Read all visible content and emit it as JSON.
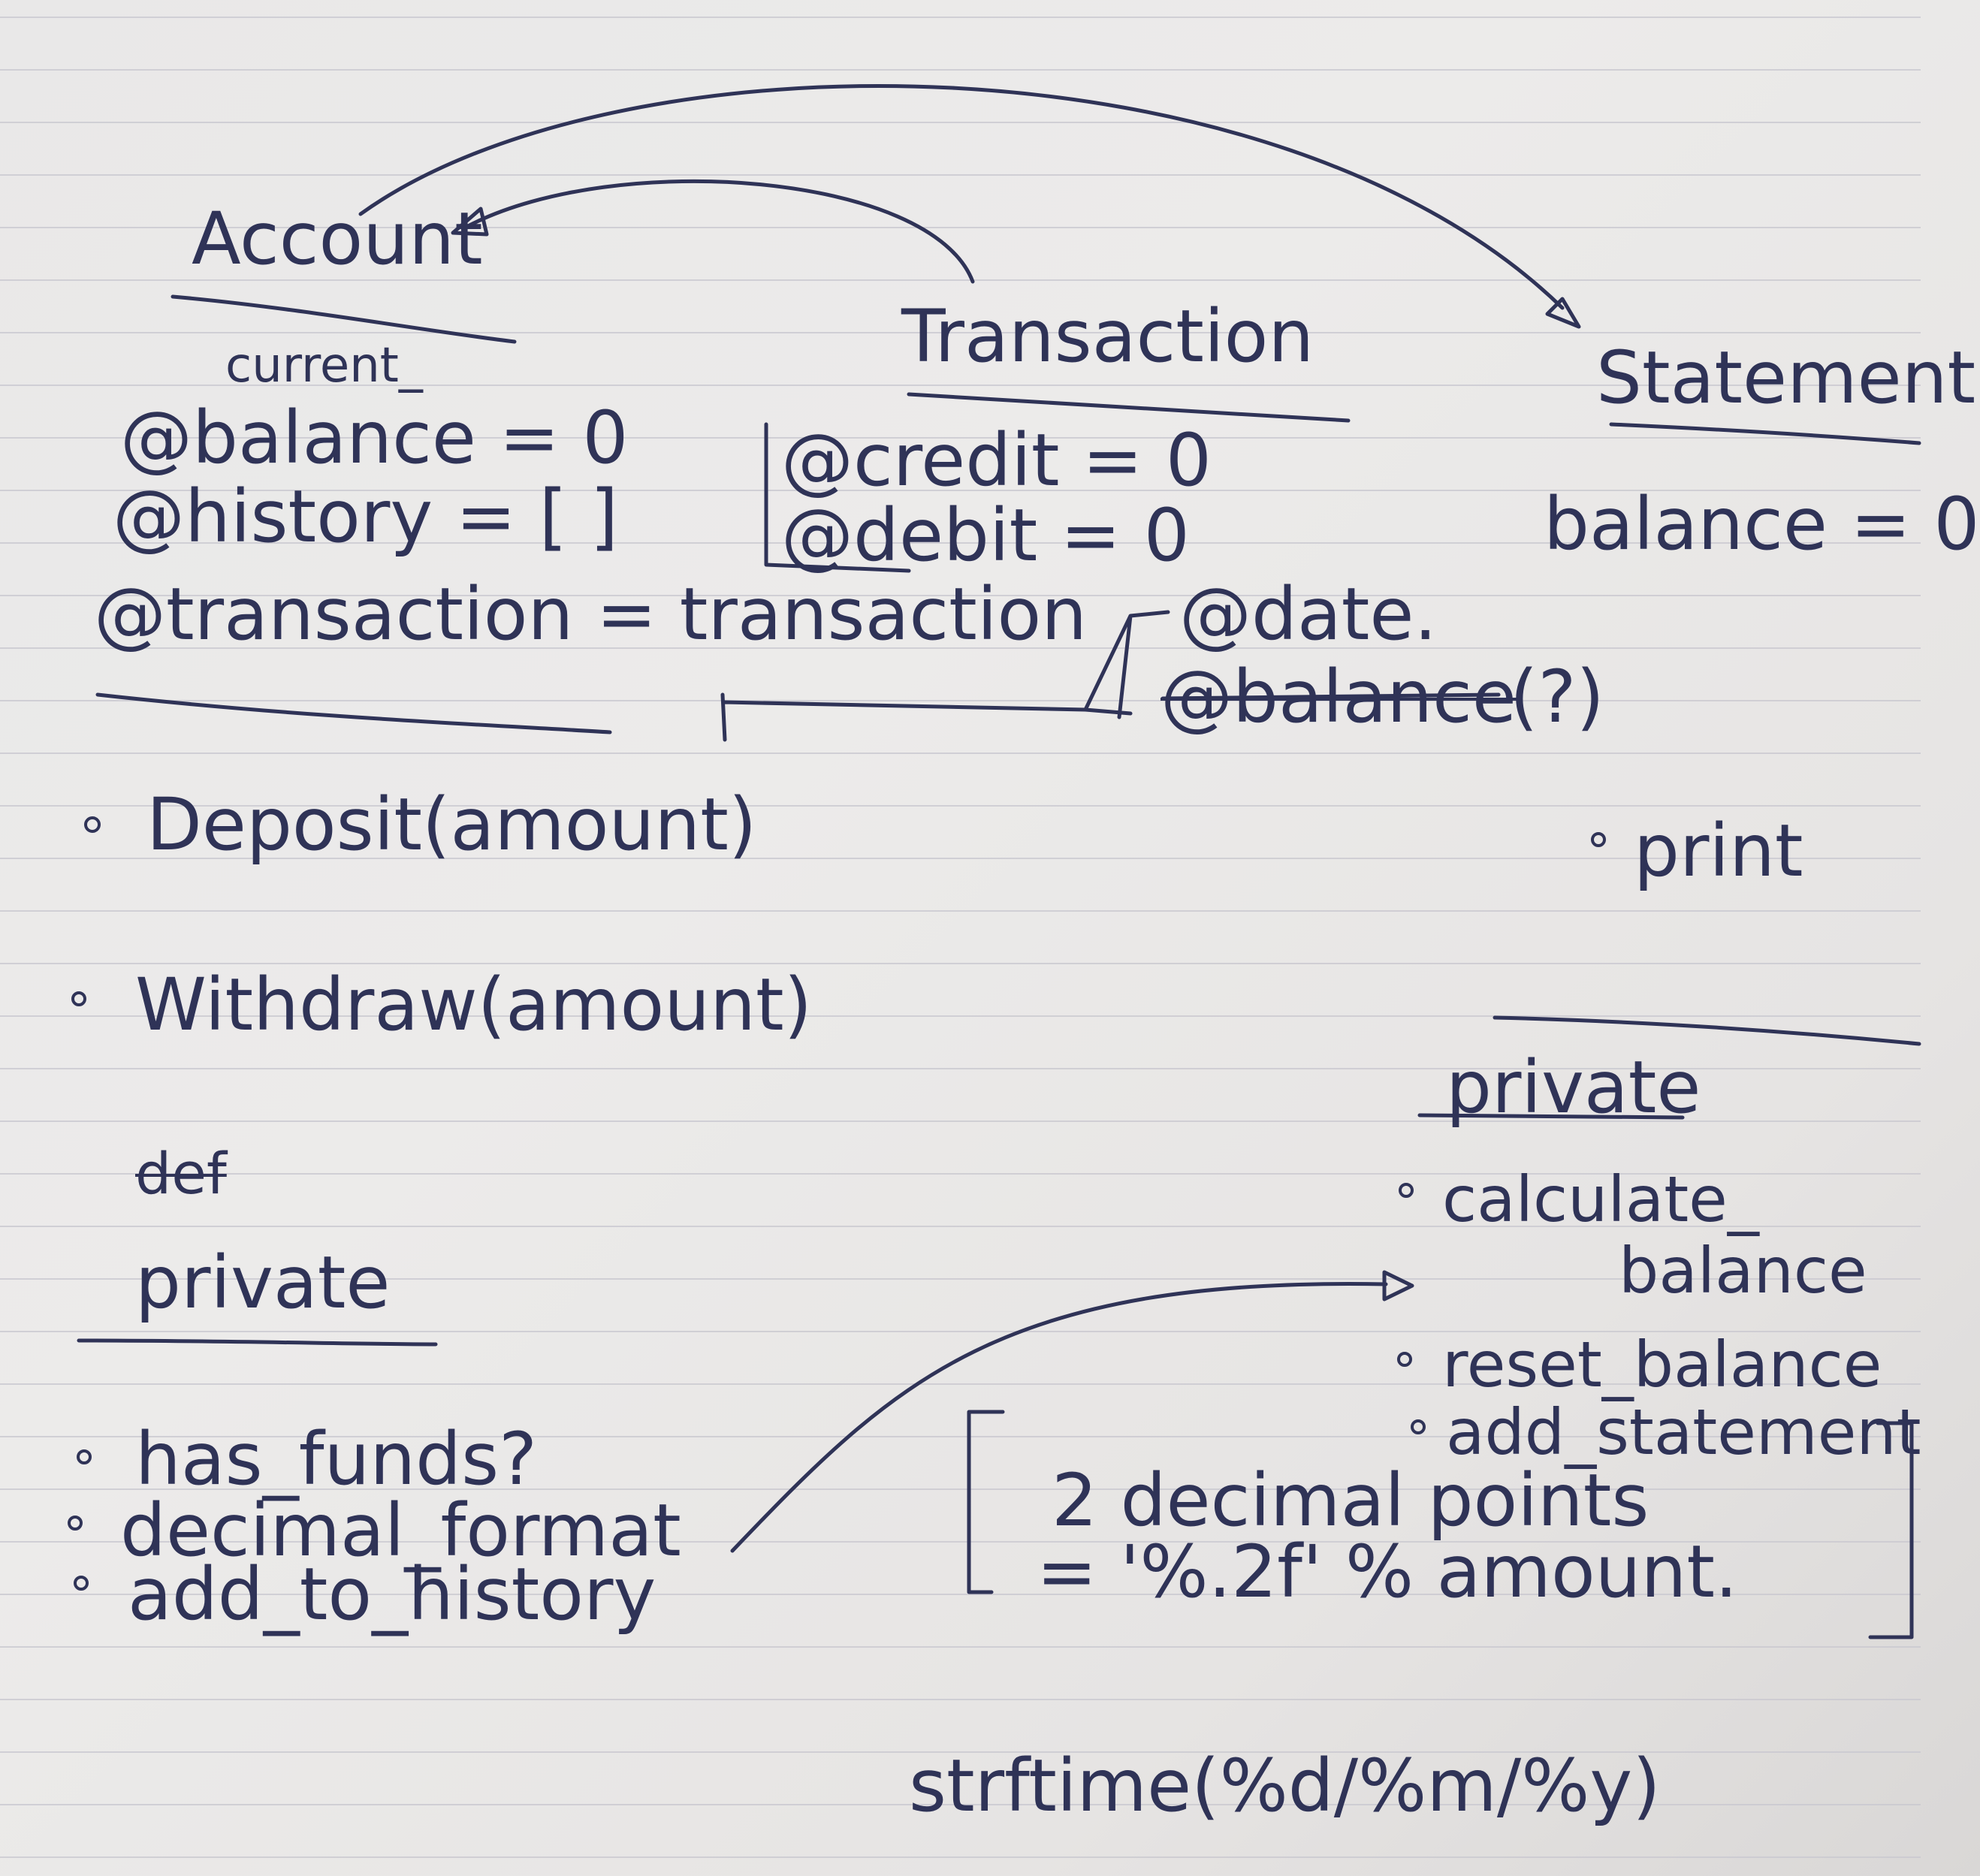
{
  "account": {
    "title": "Account",
    "attr_current": "current_",
    "attr_balance": "@balance = 0",
    "attr_history": "@history = [ ]",
    "attr_transaction": "@transaction = transaction",
    "method_deposit": "Deposit(amount)",
    "method_withdraw": "Withdraw(amount)",
    "crossed_out": "def",
    "private_label": "private",
    "private_methods": [
      "has_funds?",
      "decimal_format",
      "add_to_history"
    ]
  },
  "transaction": {
    "title": "Transaction",
    "attr_credit": "@credit = 0",
    "attr_debit": "@debit = 0",
    "attr_date": "@date.",
    "attr_balance_struck": "@balance",
    "attr_balance_q": "(?)"
  },
  "statement": {
    "title": "Statement",
    "attr_balance": "balance = 0",
    "method_print": "print",
    "private_label": "private",
    "private_methods": [
      "calculate_",
      "balance",
      "reset_balance",
      "add_statement"
    ]
  },
  "notes": {
    "decimal_line1": "2 decimal points",
    "decimal_line2": "= '%.2f' % amount.",
    "strftime": "strftime(%d/%m/%y)"
  },
  "colors": {
    "ink": "#2f3357",
    "paper": "#e9e8e8",
    "rule": "#c9c8cf"
  }
}
